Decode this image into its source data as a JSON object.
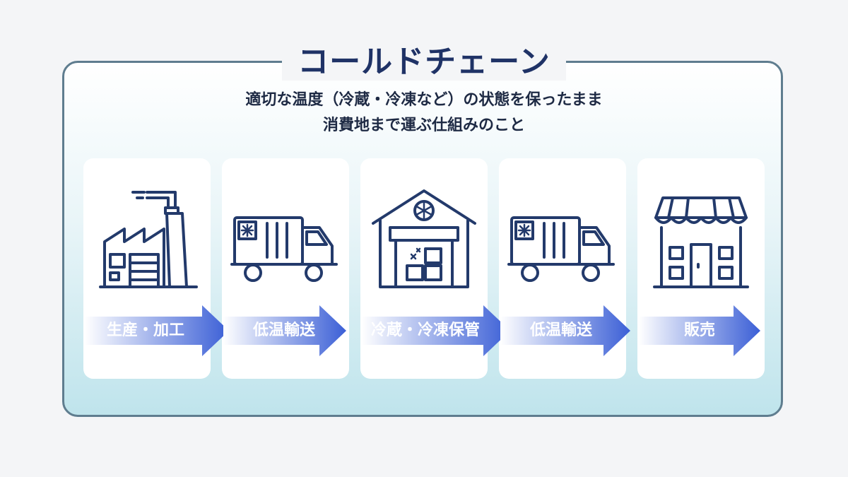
{
  "title": "コールドチェーン",
  "subtitle": {
    "line1": "適切な温度（冷蔵・冷凍など）の状態を保ったまま",
    "line2": "消費地まで運ぶ仕組みのこと"
  },
  "steps": [
    {
      "label": "生産・加工",
      "icon": "factory-icon"
    },
    {
      "label": "低温輸送",
      "icon": "refrigerated-truck-icon"
    },
    {
      "label": "冷蔵・冷凍保管",
      "icon": "cold-storage-warehouse-icon"
    },
    {
      "label": "低温輸送",
      "icon": "refrigerated-truck-icon"
    },
    {
      "label": "販売",
      "icon": "store-icon"
    }
  ],
  "colors": {
    "title": "#1f3266",
    "icon_stroke": "#233a6b",
    "arrow_start": "#ffffff",
    "arrow_end": "#3b5fd6"
  }
}
